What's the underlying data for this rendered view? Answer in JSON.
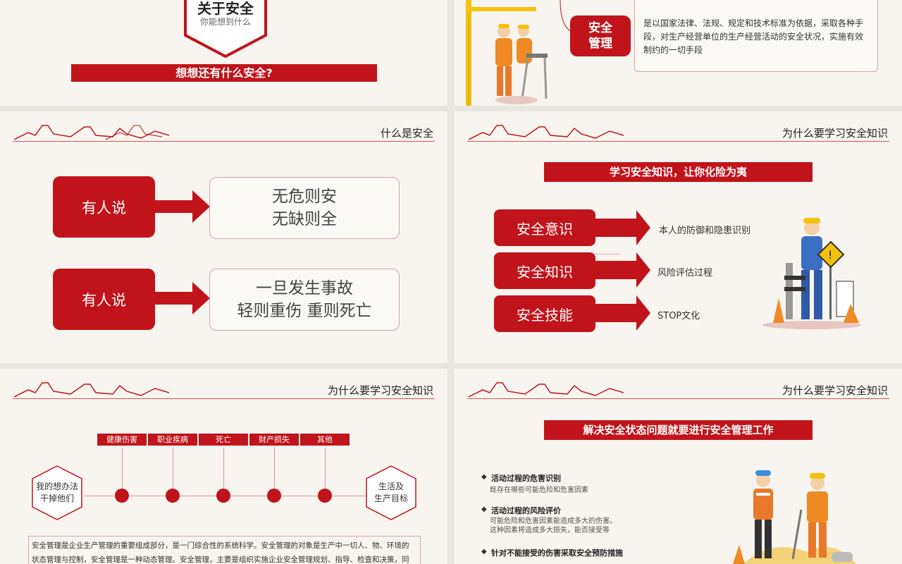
{
  "slide1": {
    "hex_title": "关于安全",
    "hex_subtitle": "你能想到什么",
    "banner": "想想还有什么安全?"
  },
  "slide2": {
    "tag": "安全\n管理",
    "tag_line1": "安全",
    "tag_line2": "管理",
    "description": "是以国家法律、法规、规定和技术标准为依据，采取各种手段，对生产经营单位的生产经营活动的安全状况，实施有效制约的一切手段"
  },
  "slide3": {
    "header": "什么是安全",
    "rows": [
      {
        "label": "有人说",
        "line1": "无危则安",
        "line2": "无缺则全"
      },
      {
        "label": "有人说",
        "line1": "一旦发生事故",
        "line2": "轻则重伤 重则死亡"
      }
    ]
  },
  "slide4": {
    "header": "为什么要学习安全知识",
    "banner": "学习安全知识，让你化险为夷",
    "items": [
      {
        "label": "安全意识",
        "desc": "本人的防御和隐患识别"
      },
      {
        "label": "安全知识",
        "desc": "风险评估过程"
      },
      {
        "label": "安全技能",
        "desc": "STOP文化"
      }
    ]
  },
  "slide5": {
    "header": "为什么要学习安全知识",
    "tags": [
      "健康伤害",
      "职业疾病",
      "死亡",
      "财产损失",
      "其他"
    ],
    "left_hex_line1": "我的想办法",
    "left_hex_line2": "干掉他们",
    "right_hex_line1": "生活及",
    "right_hex_line2": "生产目标",
    "paragraph_line1": "安全管理是企业生产管理的重要组成部分，是一门综合性的系统科学。安全管理的对象是生产中一切人、物、环境的",
    "paragraph_line2": "状态管理与控制，安全管理是一种动态管理。安全管理，主要是组织实施企业安全管理规划、指导、检查和决策，同"
  },
  "slide6": {
    "header": "为什么要学习安全知识",
    "banner": "解决安全状态问题就要进行安全管理工作",
    "steps": [
      {
        "title": "活动过程的危害识别",
        "line1": "既存在哪些可能危险和危害因素",
        "line2": ""
      },
      {
        "title": "活动过程的风险评价",
        "line1": "可能危险和危害因素能造成多大的伤害。",
        "line2": "这种因素将造成多大损失，能否接受等"
      },
      {
        "title": "针对不能接受的伤害采取安全预防措施",
        "line1": "",
        "line2": ""
      }
    ]
  },
  "colors": {
    "accent": "#c0141a",
    "background": "#f8f4ef"
  }
}
